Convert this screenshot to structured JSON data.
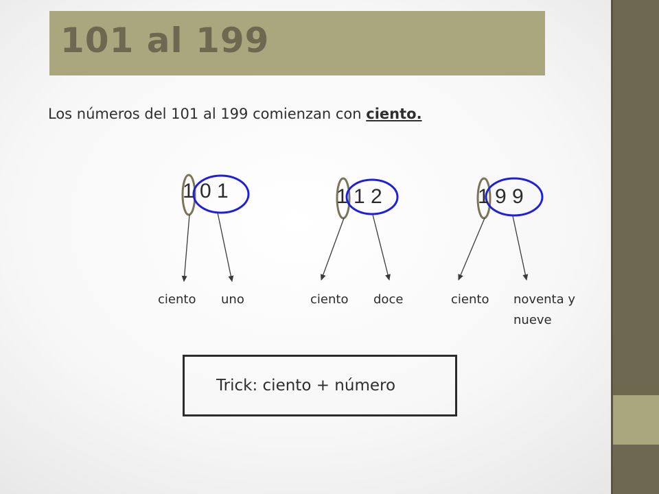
{
  "slide": {
    "title": "101 al 199",
    "intro_prefix": "Los números del 101 al 199 comienzan con ",
    "intro_keyword": "ciento."
  },
  "examples": [
    {
      "number": "1 0 1",
      "word_hundred": "ciento",
      "word_rest": "uno"
    },
    {
      "number": "1 1 2",
      "word_hundred": "ciento",
      "word_rest": "doce"
    },
    {
      "number": "1 9 9",
      "word_hundred": "ciento",
      "word_rest_line1": "noventa y",
      "word_rest_line2": "nueve"
    }
  ],
  "trick": {
    "text": "Trick: ciento + número"
  },
  "colors": {
    "title_bg": "#aaa67e",
    "title_text": "#6e6851",
    "side_dark": "#6e6851",
    "side_light": "#aaa67e",
    "hundreds_ellipse": "#7a7458",
    "rest_ellipse": "#1e1ee0",
    "arrow": "#3a3a3a"
  }
}
